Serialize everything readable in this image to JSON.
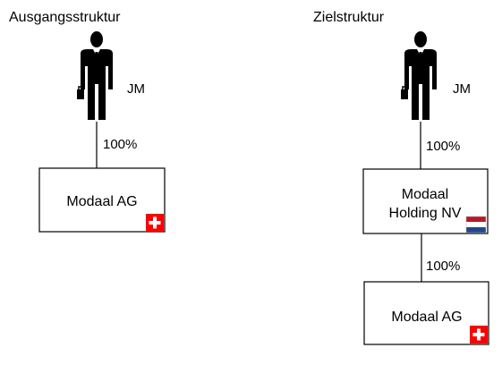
{
  "left": {
    "title": "Ausgangsstruktur",
    "person": {
      "label": "JM",
      "icon": "businessman-icon"
    },
    "link_percent": "100%",
    "company": {
      "lines": [
        "Modaal AG"
      ],
      "flag": "switzerland-flag-icon"
    }
  },
  "right": {
    "title": "Zielstruktur",
    "person": {
      "label": "JM",
      "icon": "businessman-icon"
    },
    "link_top_percent": "100%",
    "holding": {
      "lines": [
        "Modaal",
        "Holding NV"
      ],
      "flag": "netherlands-flag-icon"
    },
    "link_bottom_percent": "100%",
    "company": {
      "lines": [
        "Modaal AG"
      ],
      "flag": "switzerland-flag-icon"
    }
  },
  "colors": {
    "swiss_red": "#ff0000",
    "dutch_red": "#ae1c28",
    "dutch_blue": "#21468b",
    "figure": "#000000"
  }
}
